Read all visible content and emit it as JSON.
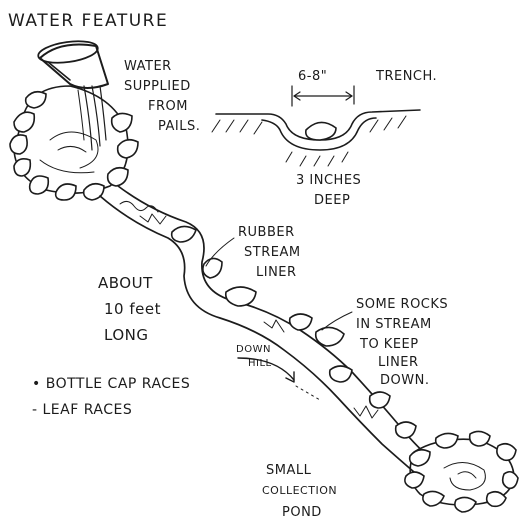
{
  "title": "WATER FEATURE",
  "pails_label": [
    "WATER",
    "SUPPLIED",
    "FROM",
    "PAILS."
  ],
  "trench": {
    "width_label": "6-8\"",
    "label": "TRENCH.",
    "depth_label": [
      "3 INCHES",
      "DEEP"
    ]
  },
  "liner_label": [
    "RUBBER",
    "STREAM",
    "LINER"
  ],
  "length_label": [
    "ABOUT",
    "10 feet",
    "LONG"
  ],
  "rocks_label": [
    "SOME ROCKS",
    "IN STREAM",
    "TO KEEP",
    "LINER",
    "DOWN."
  ],
  "downhill_label": [
    "DOWN",
    "HILL"
  ],
  "activities": [
    "• BOTTLE CAP RACES",
    "- LEAF RACES"
  ],
  "pond_label": [
    "SMALL",
    "COLLECTION",
    "POND"
  ]
}
